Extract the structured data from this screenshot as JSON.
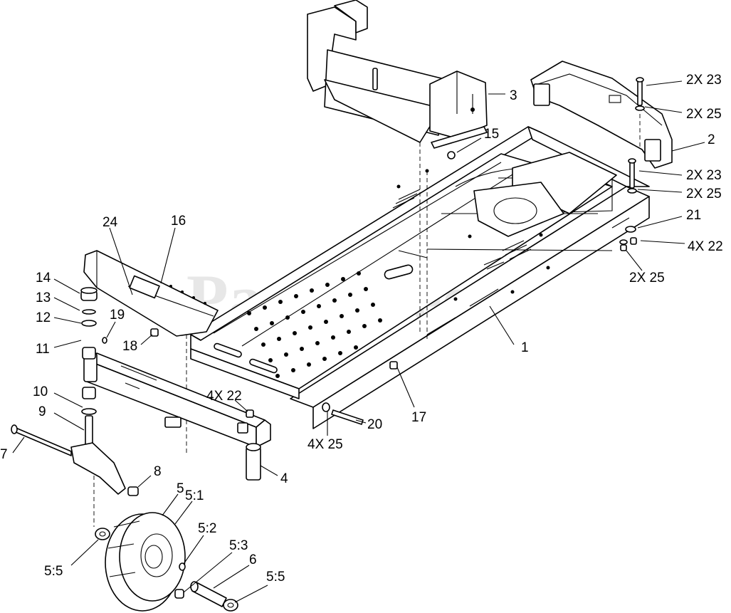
{
  "watermark": {
    "text": "PartsTree",
    "trademark": "TM"
  },
  "callouts": [
    {
      "id": "c-1",
      "text": "1"
    },
    {
      "id": "c-2",
      "text": "2"
    },
    {
      "id": "c-2x23-top",
      "text": "2X 23"
    },
    {
      "id": "c-2x25-top",
      "text": "2X 25"
    },
    {
      "id": "c-2x23-mid",
      "text": "2X 23"
    },
    {
      "id": "c-2x25-mid",
      "text": "2X 25"
    },
    {
      "id": "c-21",
      "text": "21"
    },
    {
      "id": "c-4x22-right",
      "text": "4X 22"
    },
    {
      "id": "c-2x25-bottom",
      "text": "2X 25"
    },
    {
      "id": "c-3",
      "text": "3"
    },
    {
      "id": "c-15",
      "text": "15"
    },
    {
      "id": "c-24",
      "text": "24"
    },
    {
      "id": "c-16",
      "text": "16"
    },
    {
      "id": "c-14",
      "text": "14"
    },
    {
      "id": "c-13",
      "text": "13"
    },
    {
      "id": "c-12",
      "text": "12"
    },
    {
      "id": "c-19",
      "text": "19"
    },
    {
      "id": "c-11",
      "text": "11"
    },
    {
      "id": "c-18",
      "text": "18"
    },
    {
      "id": "c-10",
      "text": "10"
    },
    {
      "id": "c-9",
      "text": "9"
    },
    {
      "id": "c-7",
      "text": "7"
    },
    {
      "id": "c-4x22-left",
      "text": "4X 22"
    },
    {
      "id": "c-4",
      "text": "4"
    },
    {
      "id": "c-8",
      "text": "8"
    },
    {
      "id": "c-17",
      "text": "17"
    },
    {
      "id": "c-20",
      "text": "20"
    },
    {
      "id": "c-4x25",
      "text": "4X 25"
    },
    {
      "id": "c-5",
      "text": "5"
    },
    {
      "id": "c-5-1",
      "text": "5:1"
    },
    {
      "id": "c-5-2",
      "text": "5:2"
    },
    {
      "id": "c-5-3",
      "text": "5:3"
    },
    {
      "id": "c-6",
      "text": "6"
    },
    {
      "id": "c-5-5-left",
      "text": "5:5"
    },
    {
      "id": "c-5-5-right",
      "text": "5:5"
    }
  ]
}
